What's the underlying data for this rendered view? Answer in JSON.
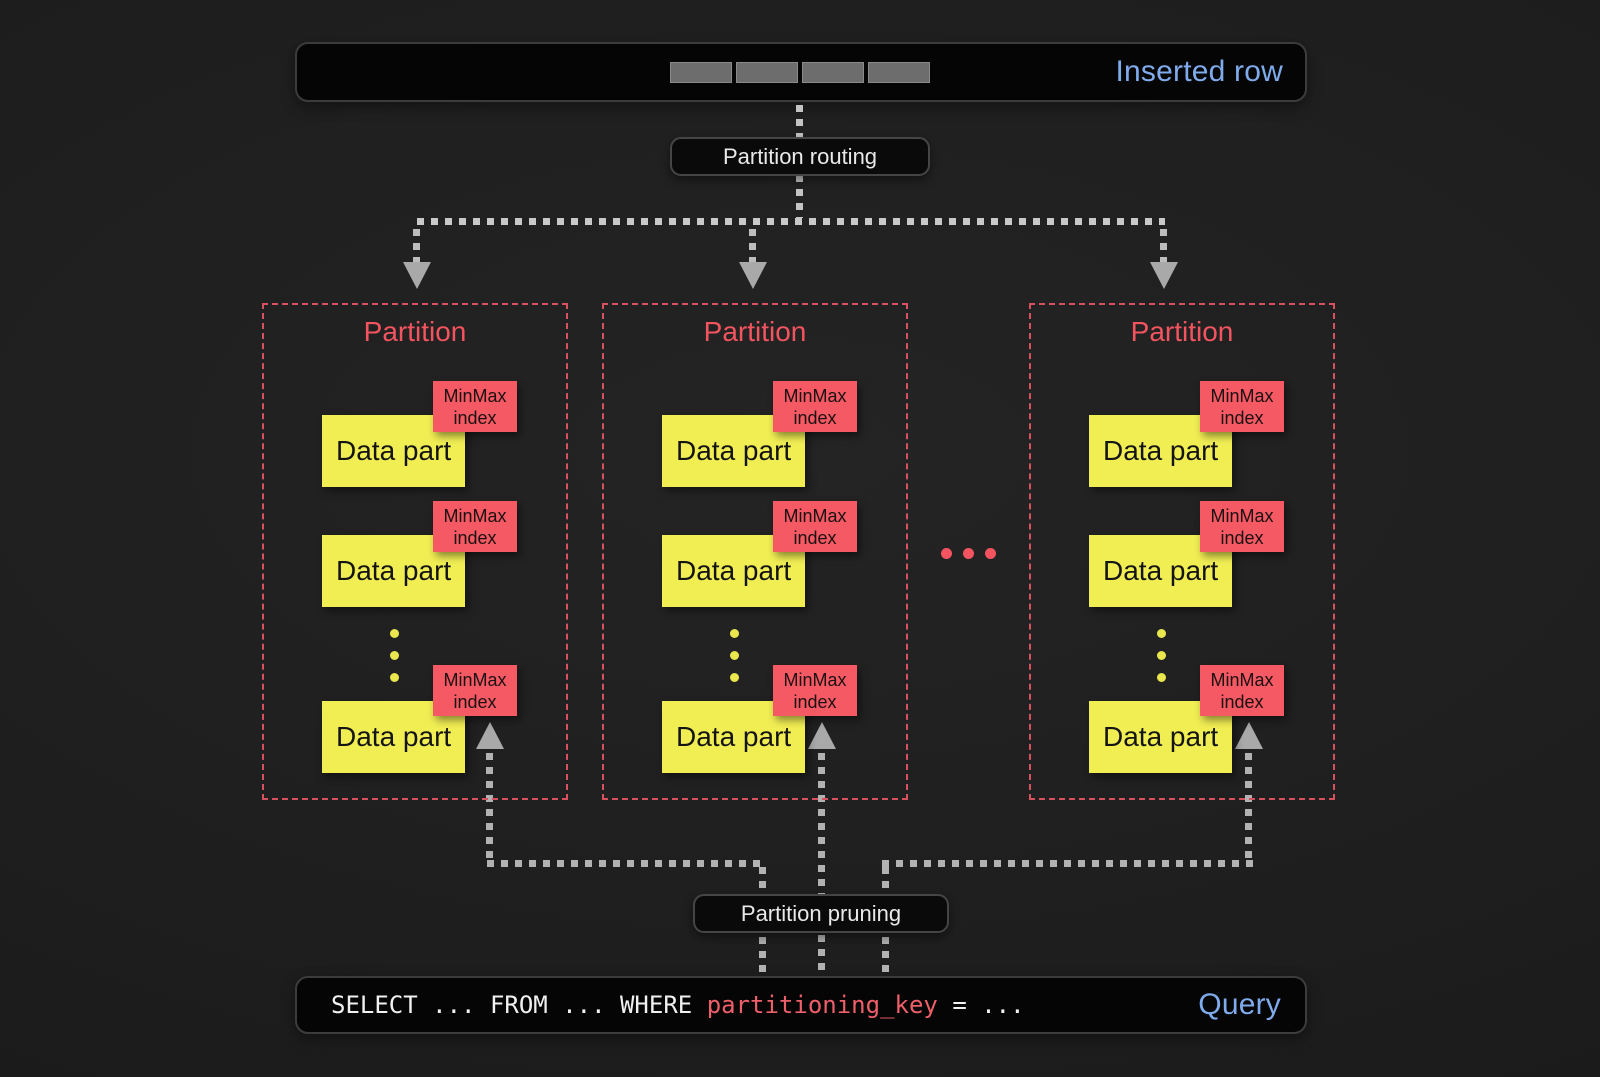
{
  "top_bar": {
    "label": "Inserted row",
    "segment_count": 4
  },
  "routing_label": "Partition routing",
  "pruning_label": "Partition pruning",
  "partitions": [
    {
      "title": "Partition"
    },
    {
      "title": "Partition"
    },
    {
      "title": "Partition"
    }
  ],
  "labels": {
    "data_part": "Data part",
    "minmax_index": "MinMax index",
    "ellipsis": "..."
  },
  "query_bar": {
    "code_before": "SELECT ... FROM ... WHERE ",
    "code_key": "partitioning_key",
    "code_after": " = ...",
    "label": "Query"
  },
  "colors": {
    "accent_blue": "#7fabec",
    "accent_red": "#f3545f",
    "minmax_red": "#f45964",
    "data_part_yellow": "#f1ee54",
    "connector_gray": "#bdbdbd",
    "bar_background": "#050505"
  }
}
